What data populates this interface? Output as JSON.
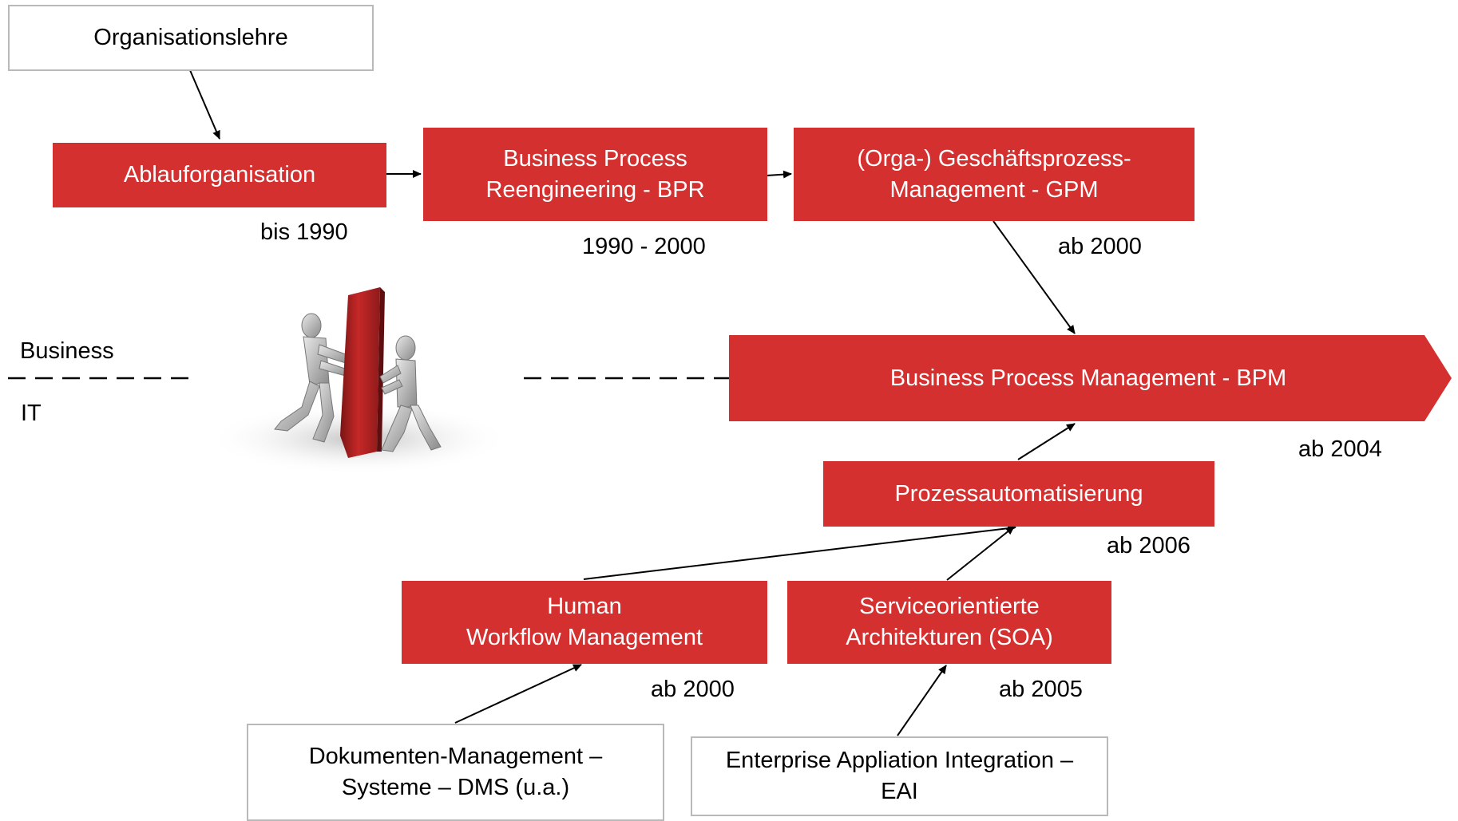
{
  "boxes": {
    "organisationslehre": "Organisationslehre",
    "ablauforganisation": "Ablauforganisation",
    "bpr": "Business Process\nReengineering - BPR",
    "gpm": "(Orga-) Geschäftsprozess-\nManagement - GPM",
    "bpm": "Business Process Management - BPM",
    "prozessautomatisierung": "Prozessautomatisierung",
    "human_workflow": "Human\nWorkflow Management",
    "soa": "Serviceorientierte\nArchitekturen (SOA)",
    "dms": "Dokumenten-Management –\nSysteme – DMS (u.a.)",
    "eai": "Enterprise Appliation Integration –\nEAI"
  },
  "dates": {
    "ablauforganisation": "bis 1990",
    "bpr": "1990 - 2000",
    "gpm": "ab 2000",
    "bpm": "ab 2004",
    "prozessautomatisierung": "ab 2006",
    "human_workflow": "ab 2000",
    "soa": "ab 2005"
  },
  "divider": {
    "upper_label": "Business",
    "lower_label": "IT"
  },
  "illustration": "tug-of-war-figures-icon",
  "colors": {
    "accent_red": "#d53030",
    "white_box_border": "#b9b9b9",
    "text_dark": "#000000",
    "text_light": "#ffffff"
  }
}
